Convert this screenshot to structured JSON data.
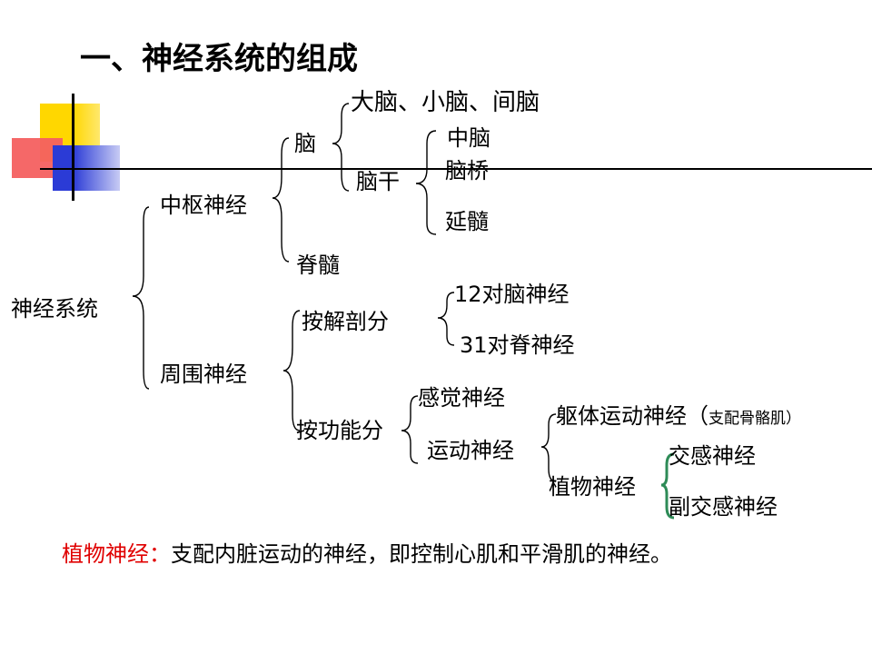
{
  "title": "一、神经系统的组成",
  "root": "神经系统",
  "central": {
    "label": "中枢神经",
    "brain": {
      "label": "脑",
      "upper": "大脑、小脑、间脑",
      "brainstem": {
        "label": "脑干",
        "parts": [
          "中脑",
          "脑桥",
          "延髓"
        ]
      }
    },
    "spinal_cord": "脊髓"
  },
  "peripheral": {
    "label": "周围神经",
    "by_anatomy": {
      "label": "按解剖分",
      "items": [
        "12对脑神经",
        "31对脊神经"
      ]
    },
    "by_function": {
      "label": "按功能分",
      "sensory": "感觉神经",
      "motor": {
        "label": "运动神经",
        "somatic": {
          "label": "躯体运动神经",
          "paren_open": "（",
          "paren_note": "支配骨骼肌）"
        },
        "autonomic": {
          "label": "植物神经",
          "items": [
            "交感神经",
            "副交感神经"
          ]
        }
      }
    }
  },
  "note": {
    "term": "植物神经：",
    "text": "支配内脏运动的神经，即控制心肌和平滑肌的神经。"
  },
  "colors": {
    "yellow": "#FFD700",
    "red": "#F05050",
    "blue": "#2B3BD6",
    "bracket_green": "#2E8B57",
    "note_red": "#E00000"
  }
}
